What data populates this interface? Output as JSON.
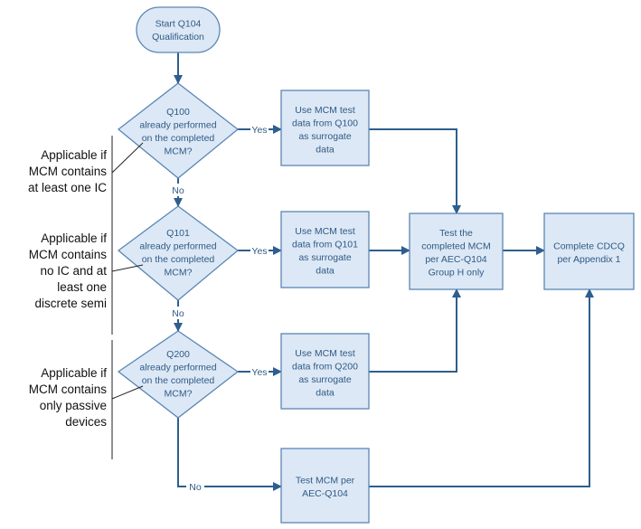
{
  "nodes": {
    "start": [
      "Start Q104",
      "Qualification"
    ],
    "d_q100": [
      "Q100",
      "already performed",
      "on the completed",
      "MCM?"
    ],
    "d_q101": [
      "Q101",
      "already performed",
      "on the completed",
      "MCM?"
    ],
    "d_q200": [
      "Q200",
      "already performed",
      "on the completed",
      "MCM?"
    ],
    "use_q100": [
      "Use MCM test",
      "data from Q100",
      "as surrogate",
      "data"
    ],
    "use_q101": [
      "Use MCM test",
      "data from Q101",
      "as surrogate",
      "data"
    ],
    "use_q200": [
      "Use MCM test",
      "data from Q200",
      "as surrogate",
      "data"
    ],
    "test_h": [
      "Test the",
      "completed MCM",
      "per AEC-Q104",
      "Group H only"
    ],
    "cdcq": [
      "Complete CDCQ",
      "per Appendix 1"
    ],
    "test_full": [
      "Test MCM per",
      "AEC-Q104"
    ]
  },
  "edge_labels": {
    "yes": "Yes",
    "no": "No"
  },
  "notes": {
    "ic": [
      "Applicable if",
      "MCM contains",
      "at least one IC"
    ],
    "discrete": [
      "Applicable if",
      "MCM contains",
      "no IC and at",
      "least one",
      "discrete semi"
    ],
    "passive": [
      "Applicable if",
      "MCM contains",
      "only passive",
      "devices"
    ]
  },
  "colors": {
    "fill": "#dce8f5",
    "stroke": "#5b86b5",
    "connector": "#2e5e8e",
    "text": "#2f5a86"
  }
}
